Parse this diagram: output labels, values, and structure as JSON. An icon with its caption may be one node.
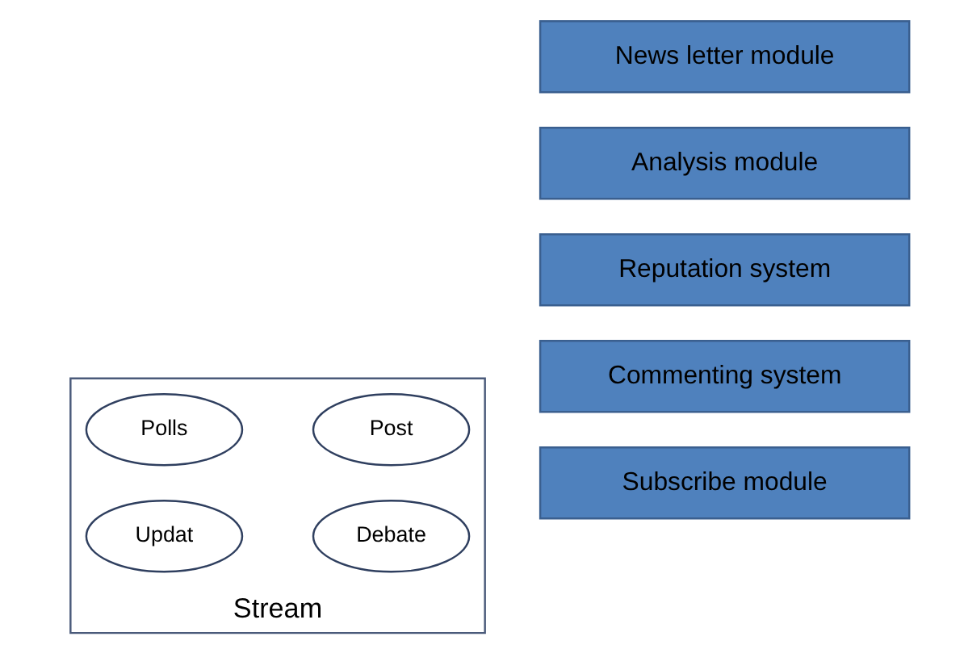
{
  "diagram": {
    "nodes": [
      {
        "text": [
          "Stream"
        ]
      },
      {
        "text": [
          "Polls"
        ],
        "in": 0
      },
      {
        "text": [
          "Post"
        ],
        "in": 0
      },
      {
        "text": [
          "Updat"
        ],
        "in": 0
      },
      {
        "text": [
          "Debate"
        ],
        "in": 0
      },
      {
        "text": [
          "Commenting system"
        ]
      },
      {
        "text": [
          "Reputation system"
        ]
      },
      {
        "text": [
          "Subscribe module"
        ]
      },
      {
        "text": [
          "Analysis module"
        ]
      },
      {
        "text": [
          "News letter module"
        ]
      }
    ],
    "edges": []
  }
}
